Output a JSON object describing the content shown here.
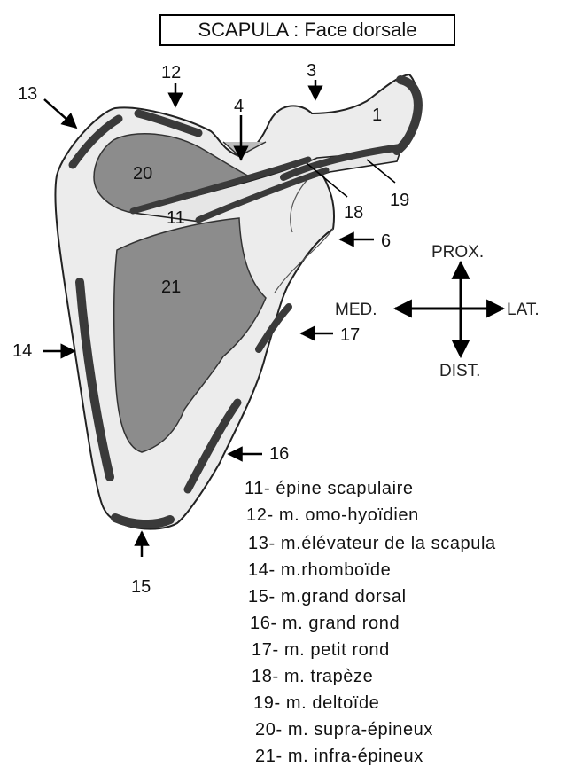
{
  "title": "SCAPULA  : Face dorsale",
  "directions": {
    "prox": "PROX.",
    "dist": "DIST.",
    "med": "MED.",
    "lat": "LAT."
  },
  "labels": {
    "n1": "1",
    "n3": "3",
    "n4": "4",
    "n6": "6",
    "n11": "11",
    "n12": "12",
    "n13": "13",
    "n14": "14",
    "n15": "15",
    "n16": "16",
    "n17": "17",
    "n18": "18",
    "n19": "19",
    "n20": "20",
    "n21": "21"
  },
  "legend": [
    "11- épine scapulaire",
    "12-  m. omo-hyoïdien",
    "13- m.élévateur de la scapula",
    "14- m.rhomboïde",
    "15- m.grand dorsal",
    "16- m. grand rond",
    "17- m. petit rond",
    "18- m. trapèze",
    "19- m. deltoïde",
    "20- m. supra-épineux",
    "21- m. infra-épineux"
  ],
  "colors": {
    "bone": "#ececec",
    "fossa": "#8c8c8c",
    "muscle": "#3a3a3a",
    "outline": "#222222"
  }
}
